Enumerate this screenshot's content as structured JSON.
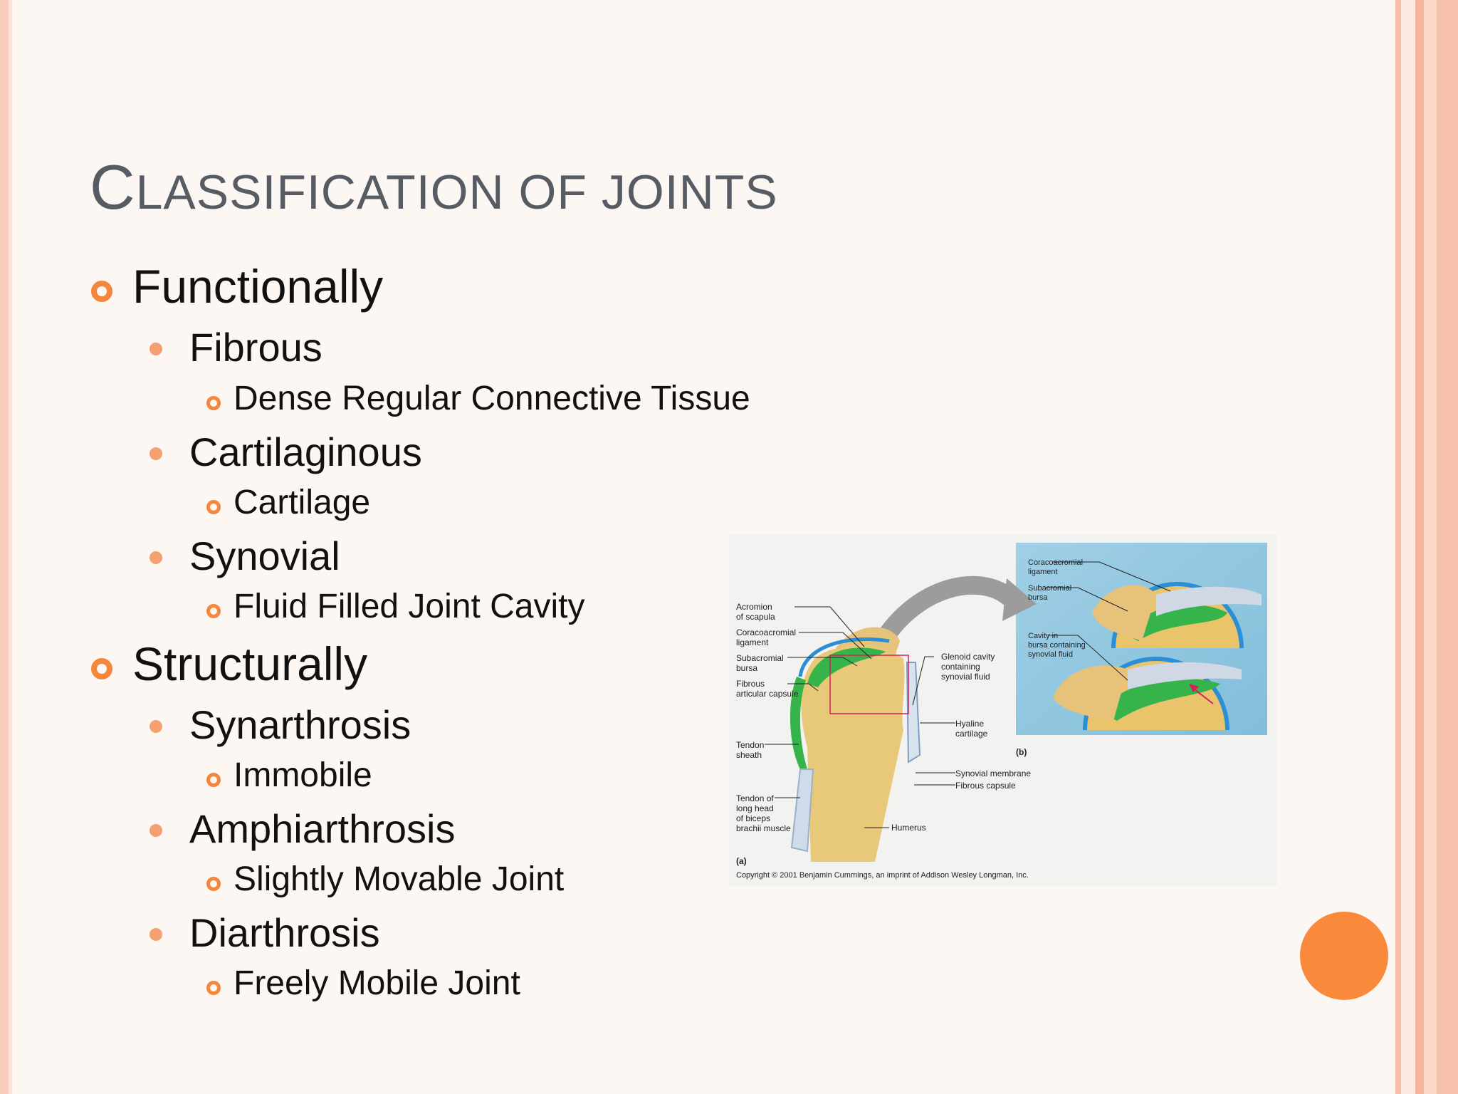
{
  "slide": {
    "title_initial": "C",
    "title_rest": "LASSIFICATION OF JOINTS",
    "functionally": {
      "label": "Functionally",
      "items": [
        {
          "label": "Fibrous",
          "sub": "Dense Regular Connective Tissue"
        },
        {
          "label": "Cartilaginous",
          "sub": "Cartilage"
        },
        {
          "label": "Synovial",
          "sub": "Fluid Filled Joint Cavity"
        }
      ]
    },
    "structurally": {
      "label": "Structurally",
      "items": [
        {
          "label": "Synarthrosis",
          "sub": "Immobile"
        },
        {
          "label": "Amphiarthrosis",
          "sub": "Slightly Movable Joint"
        },
        {
          "label": "Diarthrosis",
          "sub": "Freely Mobile Joint"
        }
      ]
    }
  },
  "figure": {
    "labels_a": {
      "acromion": [
        "Acromion",
        "of scapula"
      ],
      "coracoacromial": [
        "Coracoacromial",
        "ligament"
      ],
      "subacromial": [
        "Subacromial",
        "bursa"
      ],
      "fibrous_capsule": [
        "Fibrous",
        "articular capsule"
      ],
      "tendon_sheath": [
        "Tendon",
        "sheath"
      ],
      "tendon_biceps": [
        "Tendon of",
        "long head",
        "of biceps",
        "brachii muscle"
      ],
      "glenoid": [
        "Glenoid cavity",
        "containing",
        "synovial fluid"
      ],
      "hyaline": [
        "Hyaline",
        "cartilage"
      ],
      "synovial_membrane": "Synovial membrane",
      "fibrous_capsule_r": "Fibrous capsule",
      "humerus": "Humerus",
      "panel": "(a)"
    },
    "labels_b": {
      "coracoacromial": [
        "Coracoacromial",
        "ligament"
      ],
      "subacromial": [
        "Subacromial",
        "bursa"
      ],
      "cavity": [
        "Cavity in",
        "bursa containing",
        "synovial fluid"
      ],
      "panel": "(b)"
    },
    "copyright": "Copyright © 2001 Benjamin Cummings, an imprint of Addison Wesley Longman, Inc."
  },
  "colors": {
    "accent_orange": "#f98a3b",
    "bullet_orange": "#f5873c",
    "title_gray": "#575b64",
    "stripe_pink": "#f6bfa8"
  }
}
